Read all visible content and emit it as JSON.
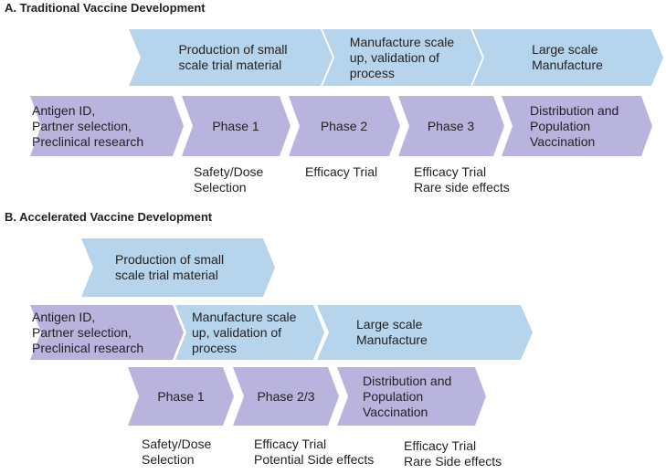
{
  "colors": {
    "production": "#b6d4ec",
    "clinical": "#b8b4de",
    "text": "#231f20"
  },
  "sections": {
    "a": {
      "title": "A. Traditional Vaccine Development",
      "production_steps": [
        "Production of small\nscale trial material",
        "Manufacture scale\nup, validation of\nprocess",
        "Large scale\nManufacture"
      ],
      "clinical_steps": [
        "Antigen ID,\nPartner selection,\nPreclinical research",
        "Phase 1",
        "Phase 2",
        "Phase 3",
        "Distribution and\nPopulation\nVaccination"
      ],
      "notes": [
        "Safety/Dose\nSelection",
        "Efficacy Trial",
        "Efficacy Trial\nRare side effects"
      ]
    },
    "b": {
      "title": "B. Accelerated Vaccine Development",
      "production_step": "Production of small\nscale trial material",
      "row2_steps": [
        "Antigen ID,\nPartner selection,\nPreclinical research",
        "Manufacture scale\nup, validation of\nprocess",
        "Large scale\nManufacture"
      ],
      "clinical_steps": [
        "Phase 1",
        "Phase 2/3",
        "Distribution and\nPopulation\nVaccination"
      ],
      "notes": [
        "Safety/Dose\nSelection",
        "Efficacy Trial\nPotential Side effects",
        "Efficacy Trial\nRare Side effects"
      ]
    }
  }
}
